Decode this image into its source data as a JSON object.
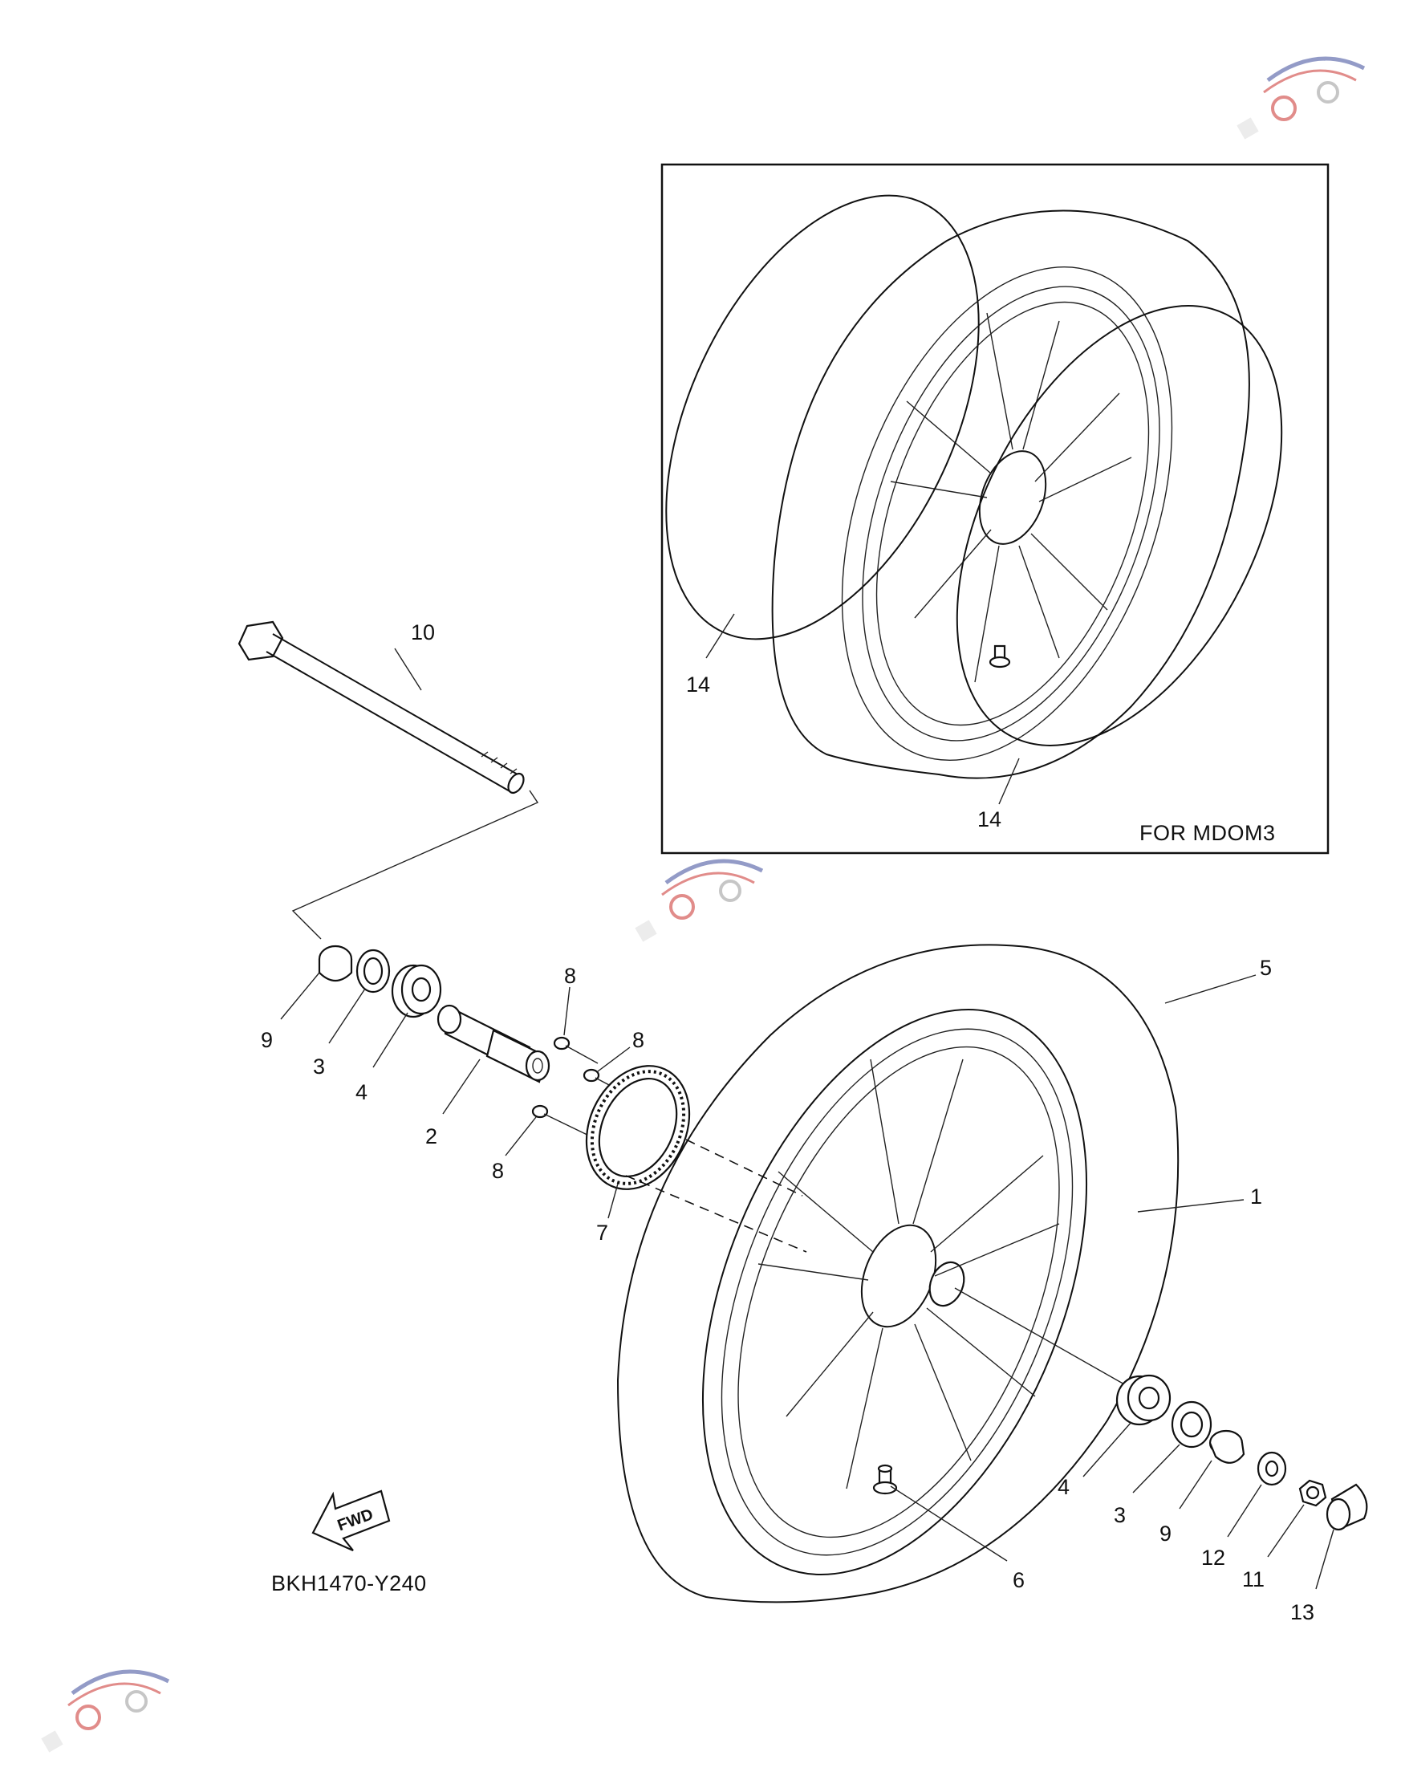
{
  "diagram_code": "BKH1470-Y240",
  "inset_label": "FOR MDOM3",
  "fwd_label": "FWD",
  "callouts": {
    "c1": "1",
    "c2": "2",
    "c3a": "3",
    "c3b": "3",
    "c4a": "4",
    "c4b": "4",
    "c5": "5",
    "c6": "6",
    "c7": "7",
    "c8a": "8",
    "c8b": "8",
    "c8c": "8",
    "c9a": "9",
    "c9b": "9",
    "c10": "10",
    "c11": "11",
    "c12": "12",
    "c13": "13",
    "c14a": "14",
    "c14b": "14"
  },
  "colors": {
    "line": "#111111",
    "watermark": "#d8d8d8",
    "watermark_accent": "#c9302c",
    "watermark_blue": "#3b4a9a"
  }
}
